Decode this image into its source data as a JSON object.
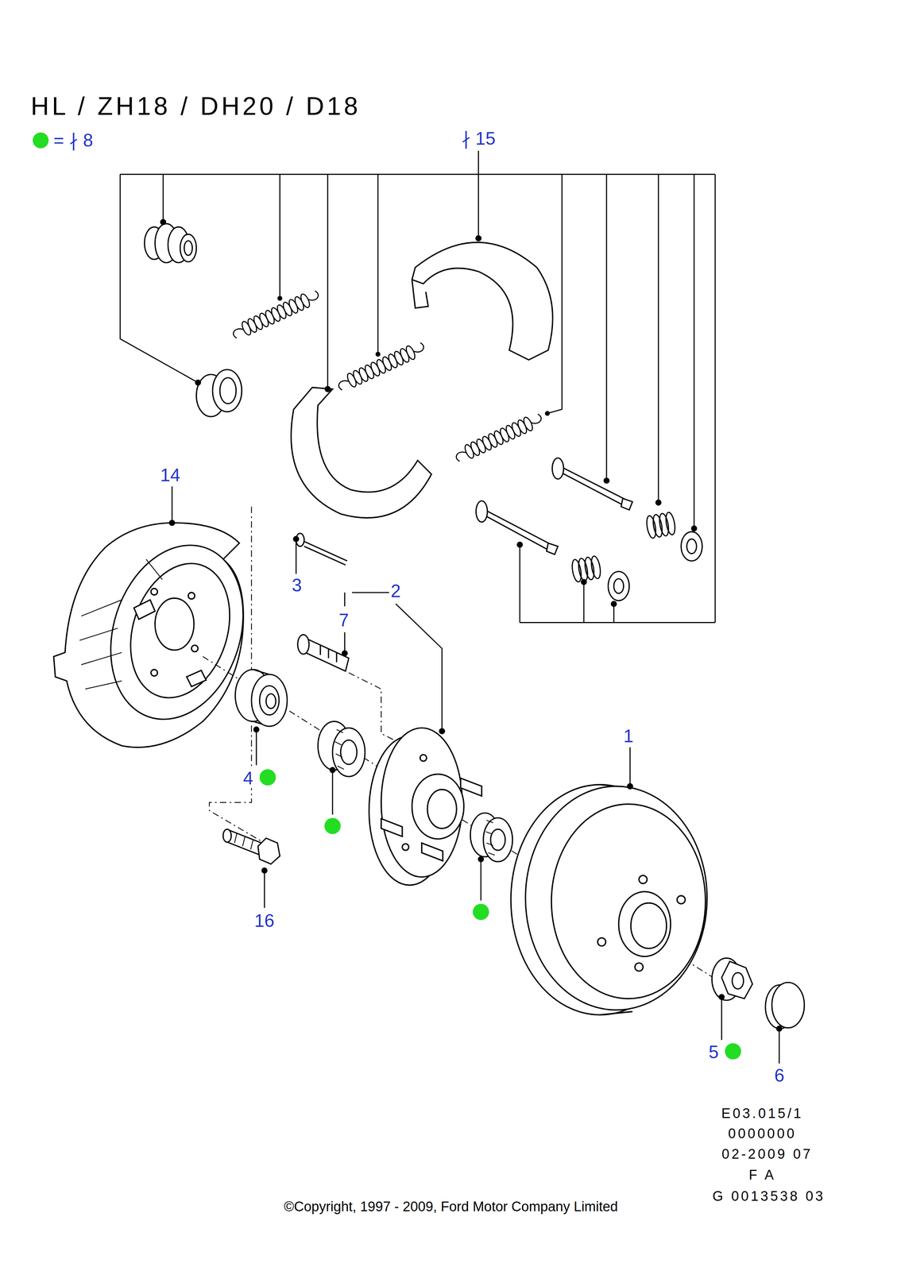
{
  "diagram": {
    "title": "HL / ZH18 / DH20 / D18",
    "caption": "©Copyright, 1997 - 2009, Ford Motor Company Limited",
    "labels": [
      "∤ 15",
      "14",
      "3",
      "2",
      "7",
      "1",
      "4",
      "16",
      "5",
      "6",
      "E03.015/1",
      "0000000",
      "02-2009 07",
      "F A",
      "G 0013538 03"
    ],
    "legend": [
      {
        "text": "= ∤ 8",
        "color": "#22dd22"
      }
    ]
  }
}
